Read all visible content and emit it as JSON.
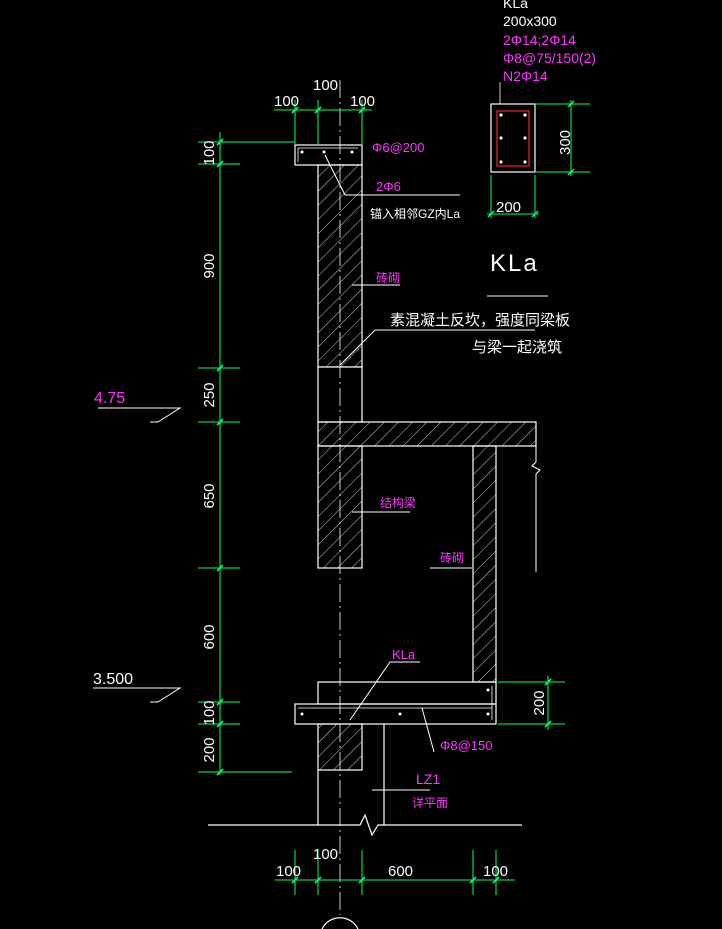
{
  "section_label": "KLa",
  "beam_spec": {
    "name": "KLa",
    "size": "200x300",
    "reinf_main": "2Φ14;2Φ14",
    "stirrup": "Φ8@75/150(2)",
    "side_bars": "N2Φ14",
    "width_dim": "200",
    "height_dim": "300"
  },
  "notes": {
    "top_rebar": "Φ6@200",
    "top_rebar_count": "2Φ6",
    "anchor_note": "锚入相邻GZ内La",
    "masonry_upper": "砖砌",
    "curb_note_1": "素混凝土反坎，强度同梁板",
    "curb_note_2": "与梁一起浇筑",
    "structural_beam": "结构梁",
    "masonry_lower": "砖砌",
    "beam_label": "KLa",
    "bottom_rebar": "Φ8@150",
    "column_label": "LZ1",
    "column_note": "详平面"
  },
  "elevations": {
    "upper": "4.75",
    "lower": "3.500"
  },
  "vertical_dims": [
    "100",
    "900",
    "250",
    "650",
    "600",
    "100",
    "200"
  ],
  "top_dims": [
    "100",
    "100",
    "100"
  ],
  "bottom_dims": [
    "100",
    "100",
    "600",
    "100"
  ],
  "right_dims": [
    "200"
  ],
  "colors": {
    "line_white": "#ffffff",
    "dim_green": "#00ff66",
    "text_magenta": "#ff33ff",
    "rebar_red": "#ff2020",
    "background": "#000000"
  }
}
